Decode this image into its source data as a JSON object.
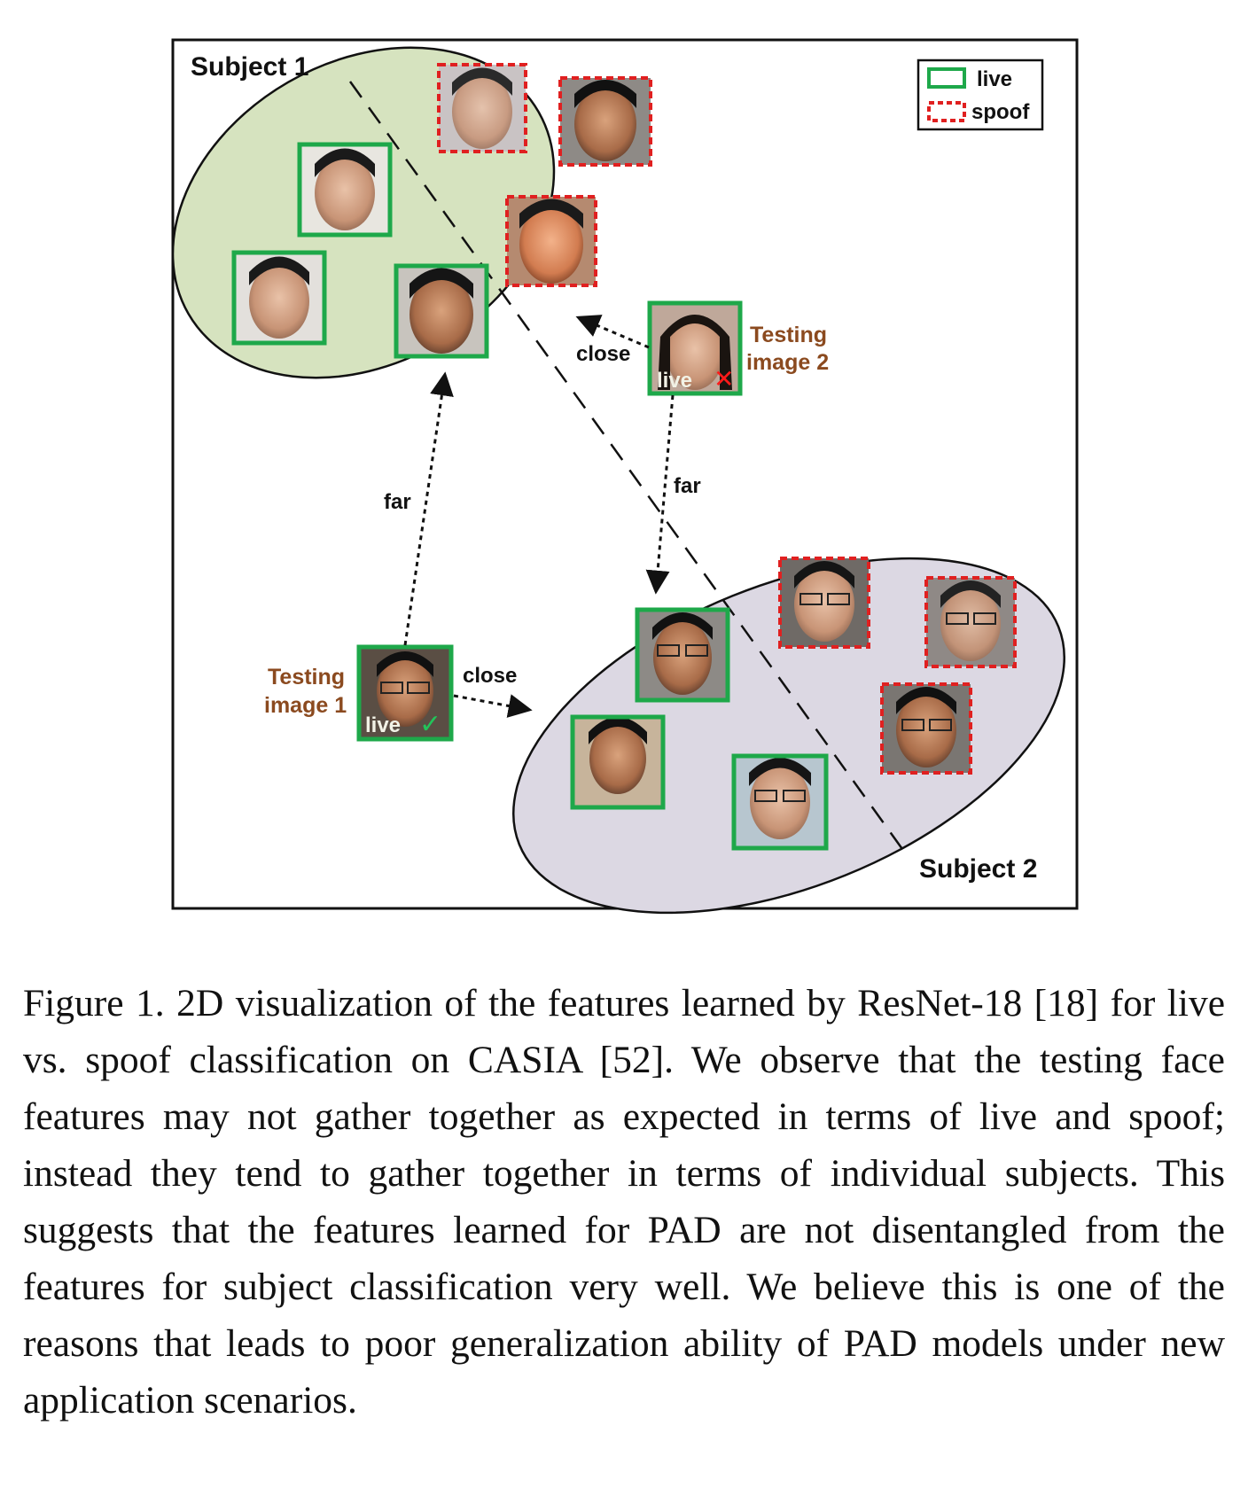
{
  "figure": {
    "subject1_label": "Subject 1",
    "subject2_label": "Subject 2",
    "legend": {
      "live": "live",
      "spoof": "spoof"
    },
    "testing1": {
      "line1": "Testing",
      "line2": "image 1",
      "badge": "live"
    },
    "testing2": {
      "line1": "Testing",
      "line2": "image 2",
      "badge": "live"
    },
    "relations": {
      "close_1": "close",
      "close_2": "close",
      "far_1": "far",
      "far_2": "far"
    },
    "colors": {
      "live_border": "#1ea84a",
      "spoof_border": "#e02020",
      "subject1_fill": "#d6e3bf",
      "subject2_fill": "#dcd8e3",
      "testing_label": "#8b4a1f",
      "check": "#22c45a",
      "cross": "#ff1a1a"
    }
  },
  "caption": {
    "text": "Figure 1. 2D visualization of the features learned by ResNet-18 [18] for live vs. spoof classification on CASIA [52]. We observe that the testing face features may not gather together as expected in terms of live and spoof; instead they tend to gather together in terms of individual subjects. This suggests that the features learned for PAD are not disentangled from the features for subject classification very well. We believe this is one of the reasons that leads to poor generalization ability of PAD models under new application scenarios."
  }
}
